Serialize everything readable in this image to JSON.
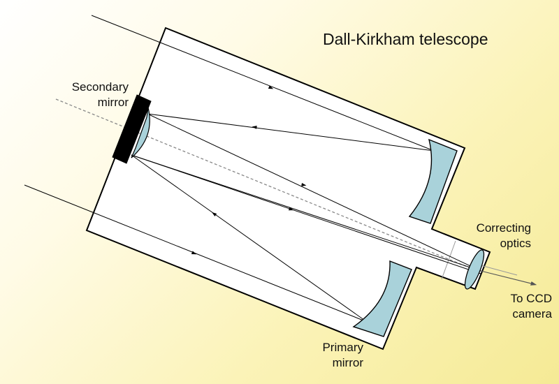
{
  "title": "Dall-Kirkham telescope",
  "labels": {
    "secondary_mirror": [
      "Secondary",
      "mirror"
    ],
    "correcting_optics": [
      "Correcting",
      "optics"
    ],
    "ccd_camera": [
      "To CCD",
      "camera"
    ],
    "primary_mirror": [
      "Primary",
      "mirror"
    ]
  },
  "colors": {
    "background_light": "#fffbe6",
    "background_dark": "#f5ea95",
    "mirror_fill": "#a9d2da",
    "secondary_backing": "#000000",
    "tube_fill": "#ffffff",
    "ray_line": "#000000",
    "optical_axis": "#888888"
  }
}
